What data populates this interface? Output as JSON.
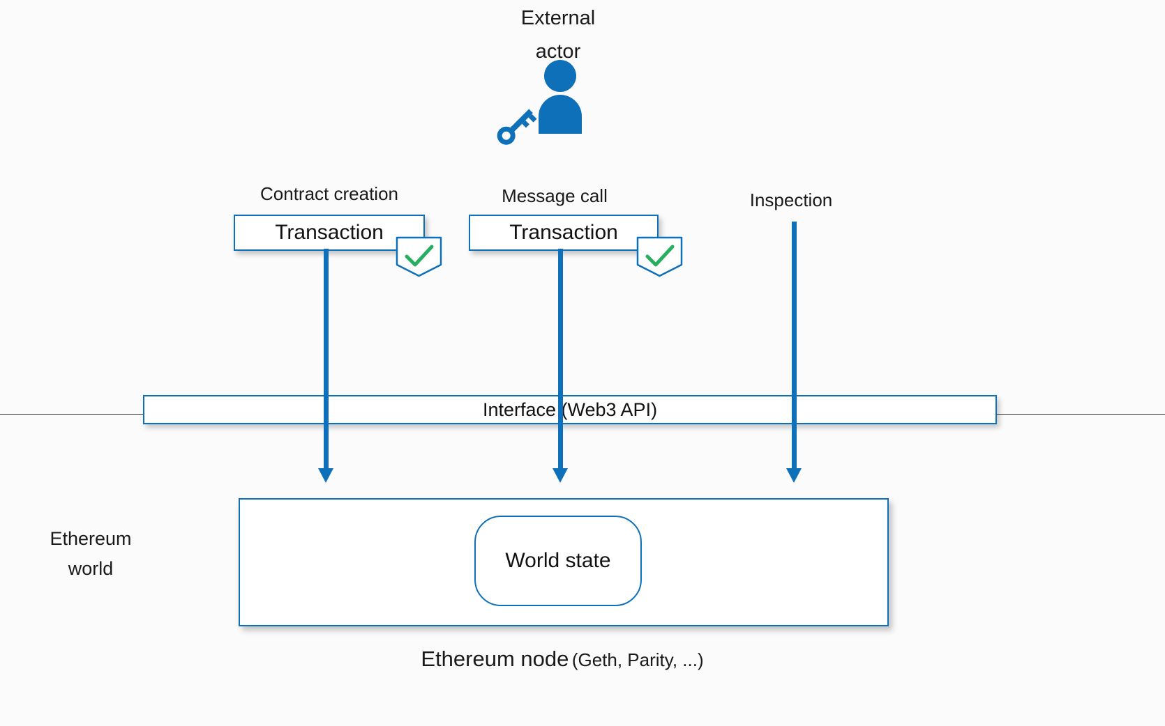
{
  "colors": {
    "accent_blue": "#0d70b8",
    "check_green": "#27ae60",
    "background": "#fbfbfb"
  },
  "actor": {
    "line1": "External",
    "line2": "actor",
    "person_icon": "person-icon",
    "key_icon": "key-icon"
  },
  "flows": [
    {
      "label": "Contract creation",
      "box": "Transaction",
      "badge": "verified-check"
    },
    {
      "label": "Message call",
      "box": "Transaction",
      "badge": "verified-check"
    },
    {
      "label": "Inspection"
    }
  ],
  "interface": {
    "label": "Interface (Web3 API)"
  },
  "world": {
    "line1": "Ethereum",
    "line2": "world"
  },
  "node": {
    "world_state": "World state",
    "caption_main": "Ethereum node",
    "caption_sub": "(Geth, Parity, ...)"
  }
}
